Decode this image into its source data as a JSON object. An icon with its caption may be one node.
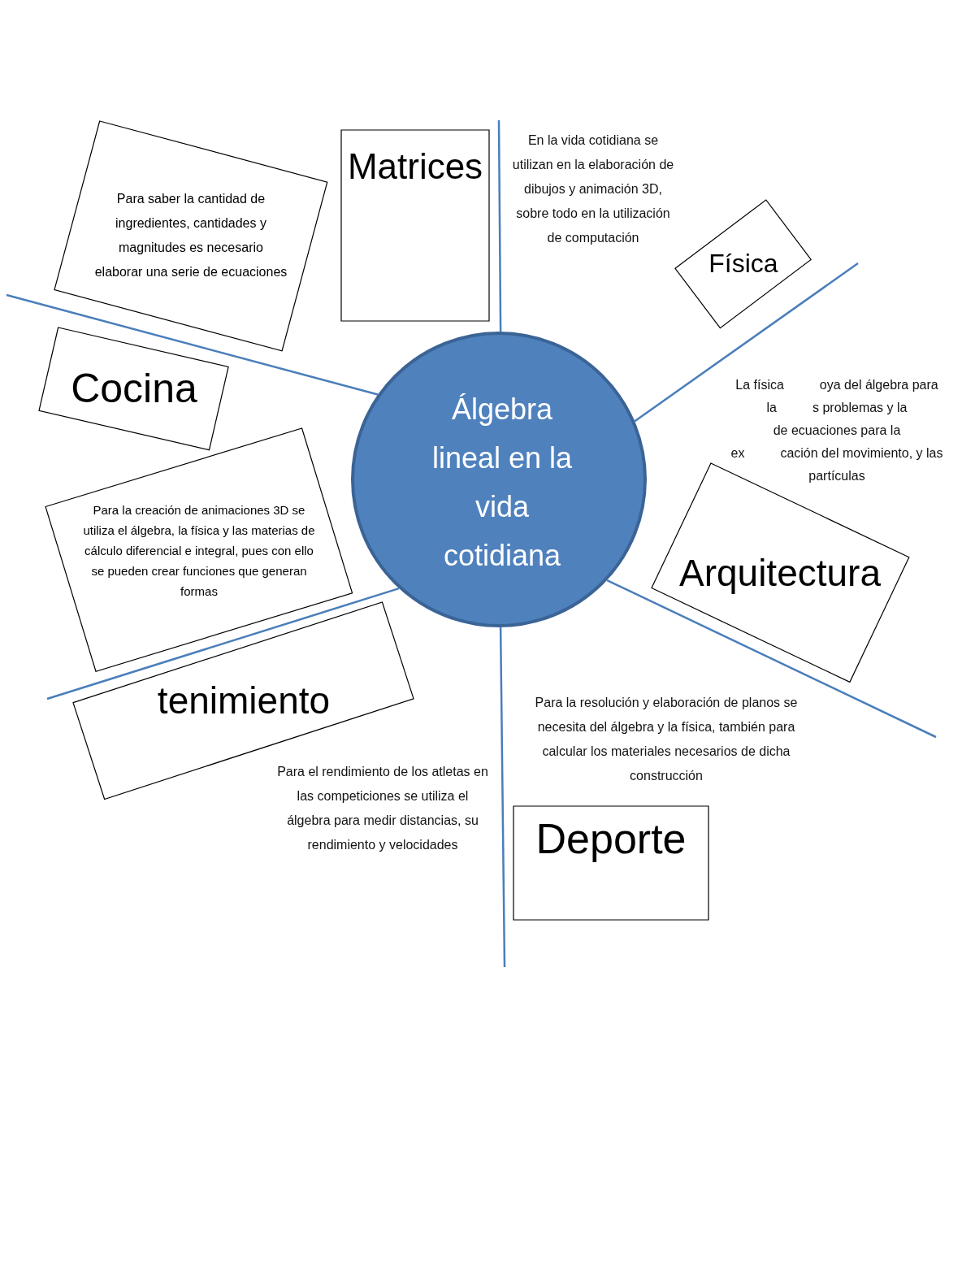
{
  "diagram": {
    "nodes": [
      {
        "text": [
          "Para saber la cantidad de ingredientes, cantidades y magnitudes es necesario elaborar una serie de ecuaciones"
        ]
      },
      {
        "text": [
          "Matrices"
        ]
      },
      {
        "text": [
          "Física"
        ]
      },
      {
        "text": [
          "Cocina"
        ]
      },
      {
        "text": [
          "Álgebra lineal en la vida cotidiana"
        ]
      },
      {
        "text": [
          "Para la creación de animaciones 3D se utiliza el álgebra, la física y las materias de cálculo diferencial e integral, pues con ello se pueden crear funciones que generan formas"
        ]
      },
      {
        "text": [
          "Arquitectura"
        ]
      },
      {
        "text": [
          "tenimiento"
        ]
      },
      {
        "text": [
          "Deporte"
        ]
      }
    ],
    "edges": [
      {
        "from": 4,
        "to": null,
        "arrow": "none"
      },
      {
        "from": 4,
        "to": null,
        "arrow": "none"
      },
      {
        "from": 4,
        "to": null,
        "arrow": "none"
      },
      {
        "from": 4,
        "to": null,
        "arrow": "none"
      },
      {
        "from": 4,
        "to": null,
        "arrow": "none"
      },
      {
        "from": 4,
        "to": null,
        "arrow": "none"
      }
    ],
    "labels": [
      "En la vida cotidiana se utilizan en la elaboración de dibujos y animación 3D, sobre todo en la utilización de computación",
      "La física",
      "oya del álgebra para",
      "la",
      "s problemas y la",
      "de ecuaciones para la",
      "ex",
      "cación del movimiento, y las",
      "partículas",
      "Para la resolución y elaboración de planos se necesita del álgebra y la física, también para calcular los materiales necesarios de dicha construcción",
      "Para el rendimiento de los atletas en las competiciones se utiliza el álgebra para medir distancias, su rendimiento y velocidades"
    ]
  }
}
